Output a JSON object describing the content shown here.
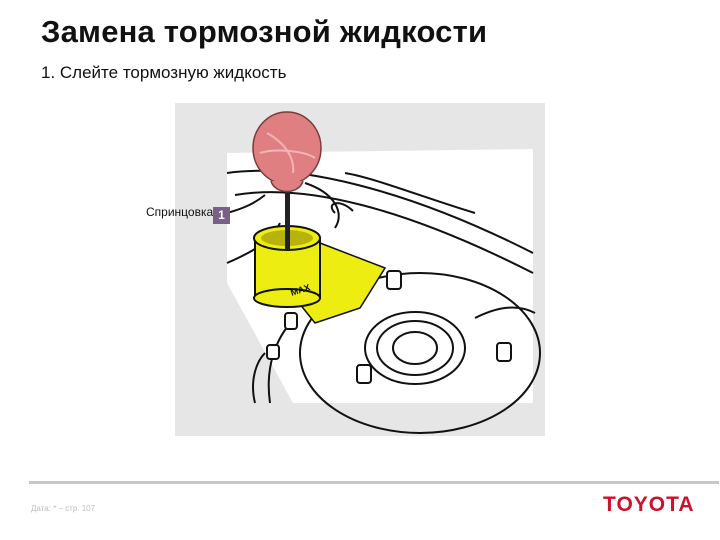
{
  "slide": {
    "title": "Замена тормозной жидкости",
    "subtitle": "1. Слейте тормозную жидкость"
  },
  "figure": {
    "callout_label": "Спринцовка",
    "callout_number": "1",
    "reservoir_text": "MAX",
    "colors": {
      "background": "#e6e6e6",
      "bulb": "#e07f82",
      "reservoir": "#eded11",
      "callout_badge": "#7a5f86"
    }
  },
  "footer": {
    "meta": "Дата: * – стр. 107",
    "brand": "TOYOTA",
    "brand_color": "#d0102a"
  }
}
